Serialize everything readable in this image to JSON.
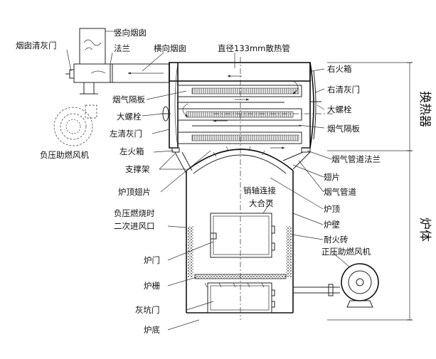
{
  "labels": {
    "vertical_chimney": "竖向烟囱",
    "chimney_ash_door": "烟囱清灰门",
    "flange": "法兰",
    "horizontal_chimney": "横向烟囱",
    "heat_pipe": "直径133mm散热管",
    "right_fire_box": "右火箱",
    "right_ash_door": "右清灰门",
    "big_bolt_right": "大螺栓",
    "flue_baffle_right": "烟气隔板",
    "flue_flange": "烟气管道法兰",
    "flue_baffle_left": "烟气隔板",
    "big_bolt_left": "大螺栓",
    "left_ash_door": "左清灰门",
    "left_fire_box": "左火箱",
    "neg_pressure_fan": "负压助燃风机",
    "support_frame": "支撑架",
    "fin": "翅片",
    "flue_pipe": "烟气管道",
    "top_fin": "炉顶翅片",
    "pin_hinge_line1": "销轴连接",
    "pin_hinge_line2": "大合页",
    "furnace_top": "炉顶",
    "secondary_air_line1": "负压燃烧时",
    "secondary_air_line2": "二次进风口",
    "furnace_wall": "炉壁",
    "refractory_brick": "耐火砖",
    "pos_pressure_fan": "正压助燃风机",
    "furnace_door": "炉门",
    "grate": "炉栅",
    "ash_pit_door": "灰坑门",
    "furnace_bottom": "炉底"
  },
  "sections": {
    "heat_exchanger": "换热器",
    "furnace_body": "炉体"
  }
}
